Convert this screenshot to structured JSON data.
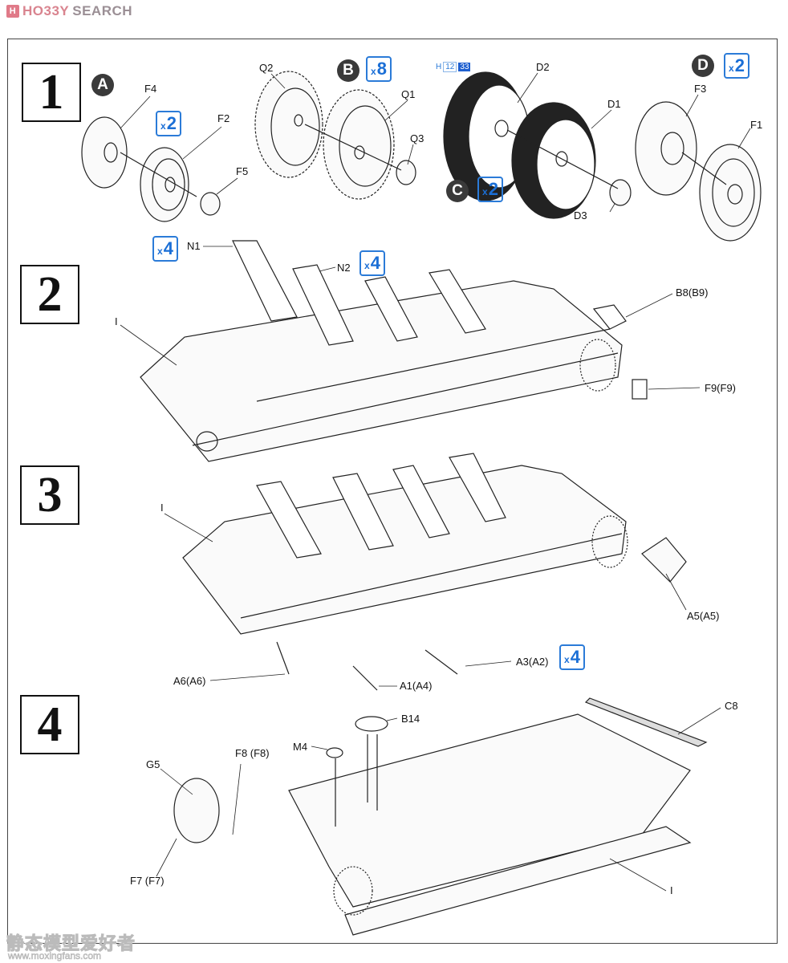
{
  "branding": {
    "logo_mark": "H",
    "name_part1": "HO33Y",
    "name_part2": "SEARCH"
  },
  "steps": [
    {
      "number": "1",
      "groups": [
        {
          "letter": "A",
          "multiplier_prefix": "x",
          "multiplier": "2",
          "parts": [
            "F4",
            "F2",
            "F5"
          ]
        },
        {
          "letter": "B",
          "multiplier_prefix": "x",
          "multiplier": "8",
          "parts": [
            "Q2",
            "Q1",
            "Q3"
          ]
        },
        {
          "letter": "C",
          "multiplier_prefix": "x",
          "multiplier": "2",
          "parts": [
            "D2",
            "D1",
            "D3"
          ],
          "color_code": {
            "prefix": "H",
            "codes": [
              "12",
              "33"
            ]
          }
        },
        {
          "letter": "D",
          "multiplier_prefix": "x",
          "multiplier": "2",
          "parts": [
            "F3",
            "F1"
          ]
        }
      ]
    },
    {
      "number": "2",
      "parts": [
        "N1",
        "N2",
        "I",
        "B8(B9)",
        "F9(F9)"
      ],
      "multipliers": [
        {
          "part": "N1",
          "prefix": "x",
          "value": "4"
        },
        {
          "part": "N2",
          "prefix": "x",
          "value": "4"
        }
      ]
    },
    {
      "number": "3",
      "parts": [
        "I",
        "A5(A5)",
        "A6(A6)",
        "A1(A4)",
        "A3(A2)"
      ],
      "multipliers": [
        {
          "part": "A3(A2)",
          "prefix": "x",
          "value": "4"
        }
      ]
    },
    {
      "number": "4",
      "parts": [
        "B14",
        "C8",
        "M4",
        "F8 (F8)",
        "G5",
        "F7 (F7)",
        "I"
      ]
    }
  ],
  "watermark": {
    "line1": "静态模型爱好者",
    "line2": "www.moxingfans.com"
  }
}
